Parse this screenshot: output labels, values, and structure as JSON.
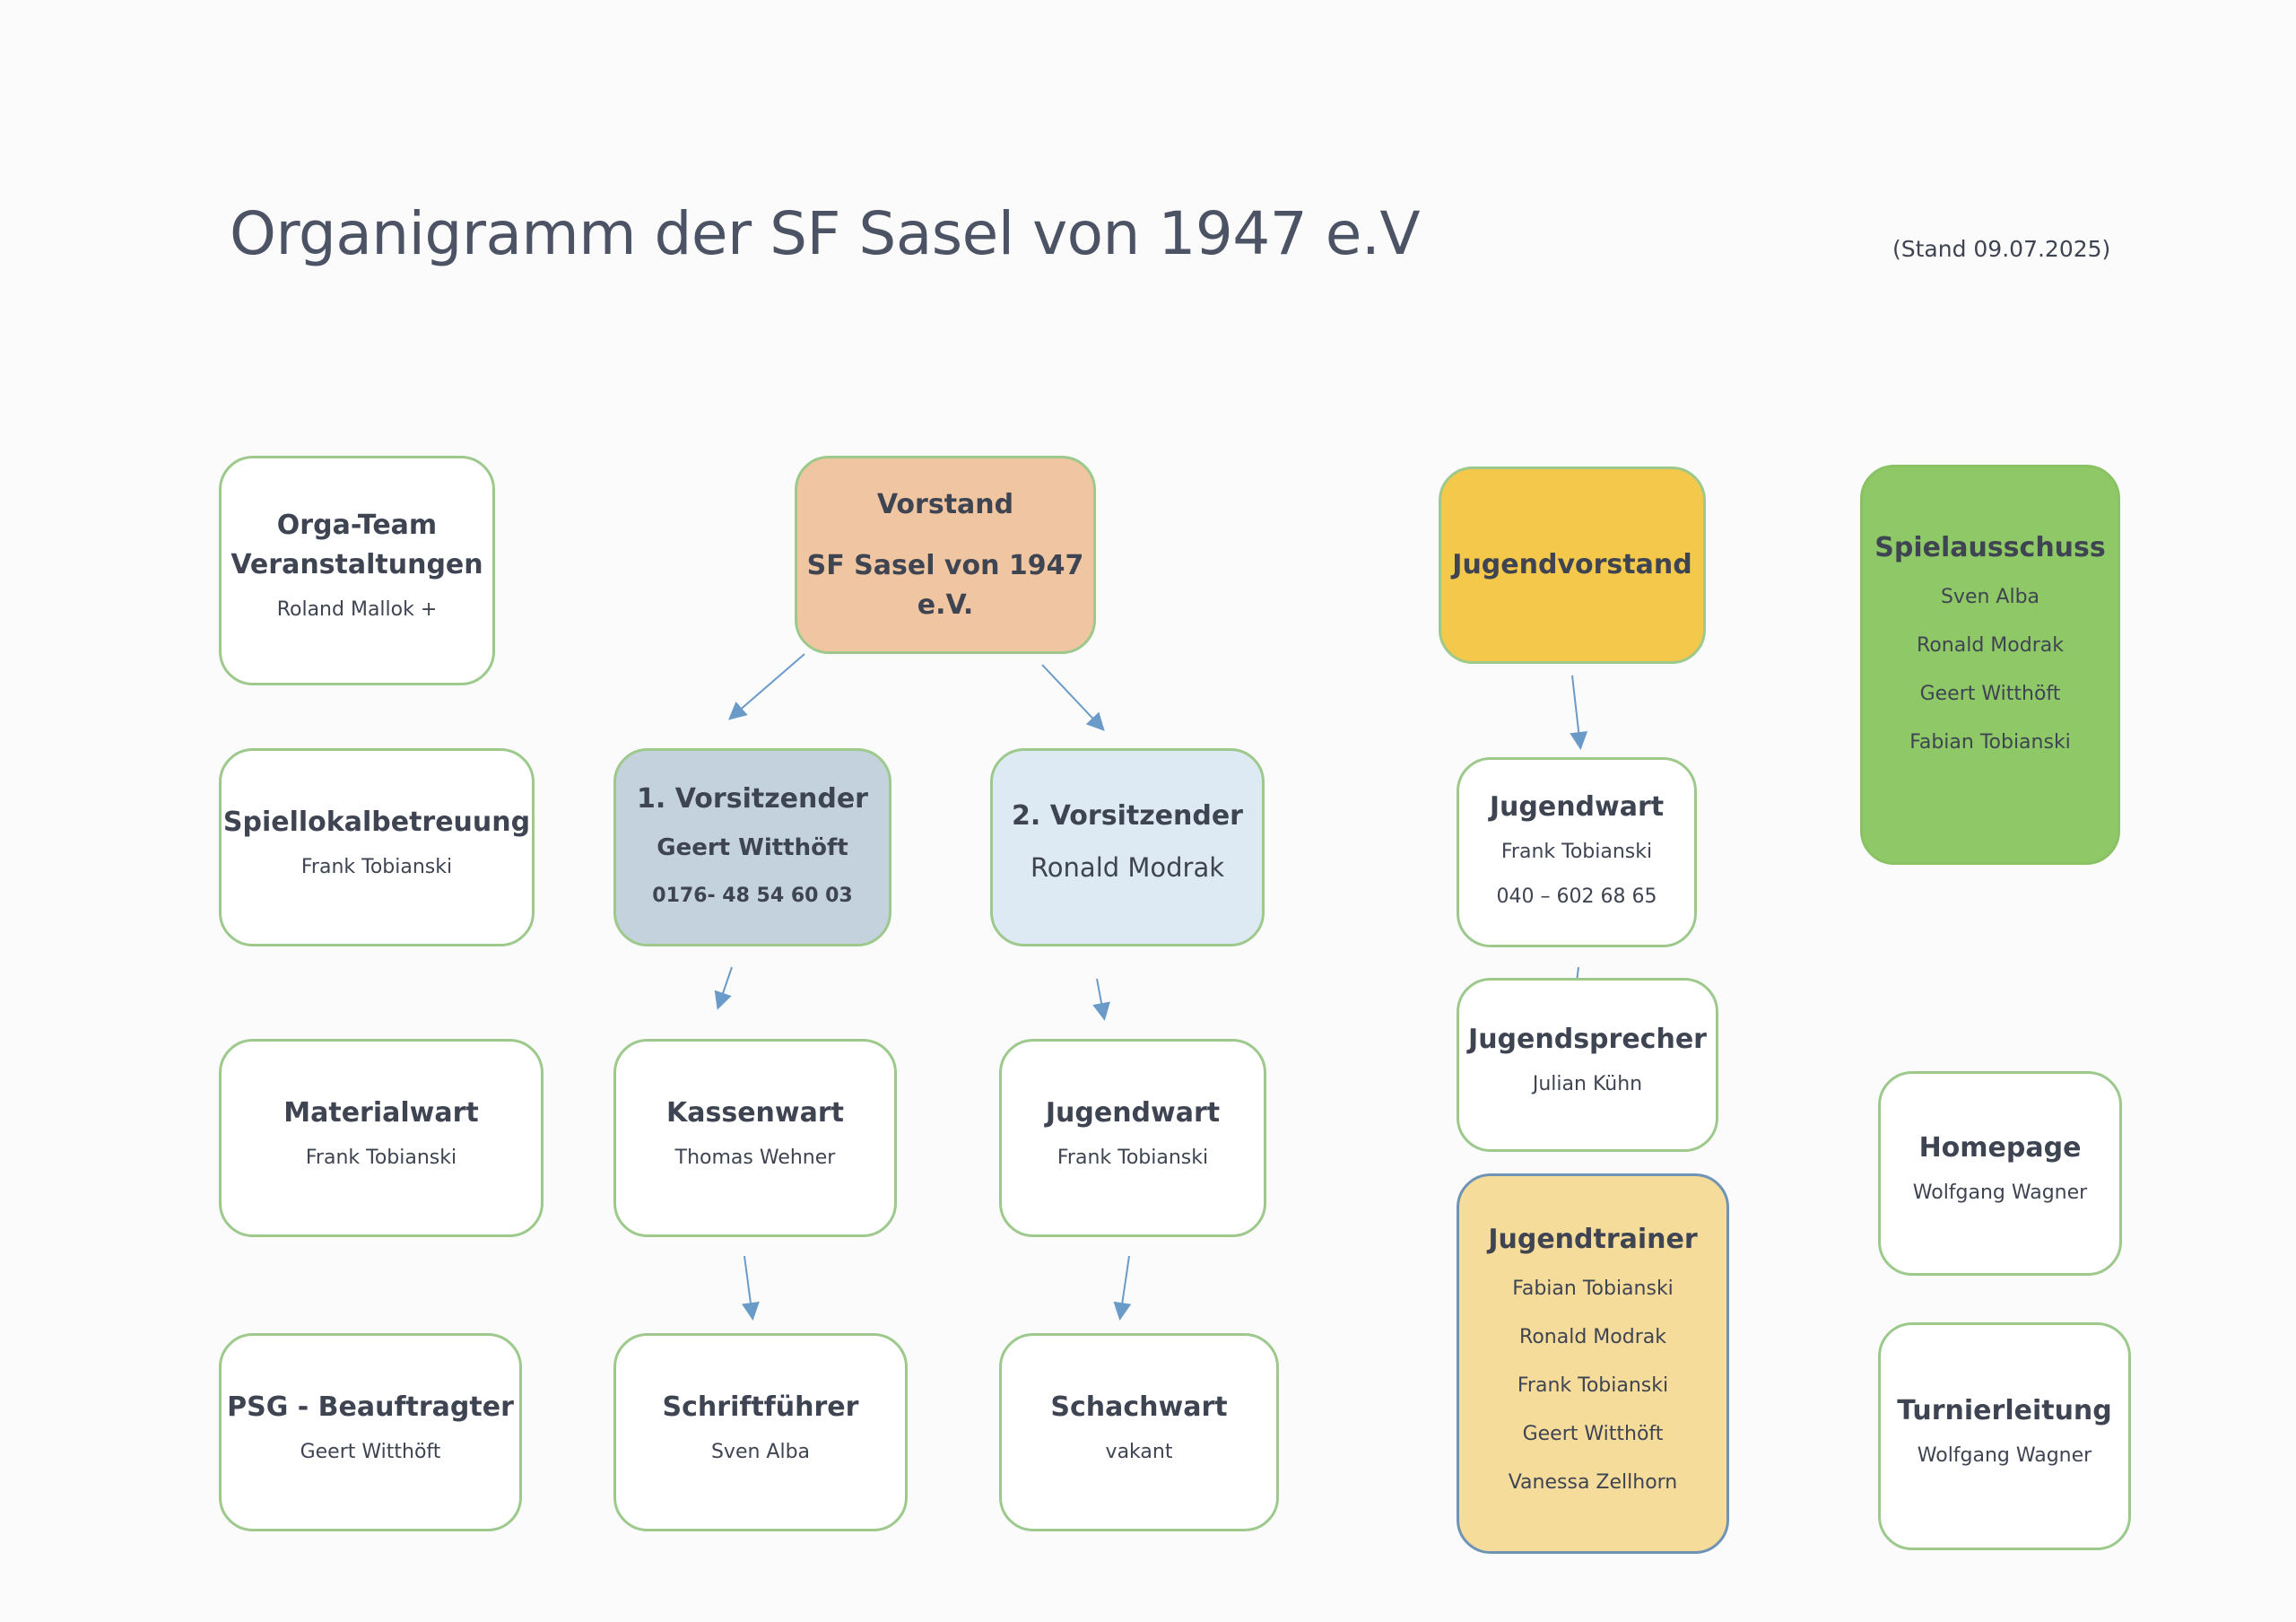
{
  "title": "Organigramm der SF Sasel von 1947 e.V",
  "stand": "(Stand 09.07.2025)",
  "boxes": {
    "orga": {
      "title": [
        "Orga-Team",
        "Veranstaltungen"
      ],
      "lines": [
        "Roland Mallok +"
      ]
    },
    "vorstand": {
      "title": [
        "Vorstand",
        "SF Sasel von 1947",
        "e.V."
      ]
    },
    "jugendvorstand": {
      "title": [
        "Jugendvorstand"
      ]
    },
    "spielausschuss": {
      "title": [
        "Spielausschuss"
      ],
      "lines": [
        "Sven Alba",
        "Ronald Modrak",
        "Geert Witthöft",
        "Fabian Tobianski"
      ]
    },
    "spiellokal": {
      "title": [
        "Spiellokalbetreuung"
      ],
      "lines": [
        "Frank Tobianski"
      ]
    },
    "vorsitz1": {
      "title": [
        "1. Vorsitzender"
      ],
      "lines": [
        "Geert Witthöft",
        "0176- 48 54 60 03"
      ]
    },
    "vorsitz2": {
      "title": [
        "2. Vorsitzender"
      ],
      "lines": [
        "Ronald Modrak"
      ]
    },
    "jugendwart_right": {
      "title": [
        "Jugendwart"
      ],
      "lines": [
        "Frank Tobianski",
        "040 – 602 68 65"
      ]
    },
    "jugendsprecher": {
      "title": [
        "Jugendsprecher"
      ],
      "lines": [
        "Julian Kühn"
      ]
    },
    "materialwart": {
      "title": [
        "Materialwart"
      ],
      "lines": [
        "Frank Tobianski"
      ]
    },
    "kassenwart": {
      "title": [
        "Kassenwart"
      ],
      "lines": [
        "Thomas Wehner"
      ]
    },
    "jugendwart_mid": {
      "title": [
        "Jugendwart"
      ],
      "lines": [
        "Frank Tobianski"
      ]
    },
    "jugendtrainer": {
      "title": [
        "Jugendtrainer"
      ],
      "lines": [
        "Fabian Tobianski",
        "Ronald Modrak",
        "Frank Tobianski",
        "Geert Witthöft",
        "Vanessa Zellhorn"
      ]
    },
    "homepage": {
      "title": [
        "Homepage"
      ],
      "lines": [
        "Wolfgang Wagner"
      ]
    },
    "psg": {
      "title": [
        "PSG - Beauftragter"
      ],
      "lines": [
        "Geert Witthöft"
      ]
    },
    "schriftfuehrer": {
      "title": [
        "Schriftführer"
      ],
      "lines": [
        "Sven Alba"
      ]
    },
    "schachwart": {
      "title": [
        "Schachwart"
      ],
      "lines": [
        "vakant"
      ]
    },
    "turnierleitung": {
      "title": [
        "Turnierleitung"
      ],
      "lines": [
        "Wolfgang Wagner"
      ]
    }
  },
  "colors": {
    "border_green": "#9dc98c",
    "vorstand_fill": "#efc6a1",
    "vorsitz1_fill": "#c4d2de",
    "vorsitz2_fill": "#dde9f3",
    "jugendvorstand_fill": "#f4c84a",
    "spielausschuss_fill": "#8fc866",
    "jugendtrainer_fill": "#f6dc9a",
    "arrow": "#6a9bc8"
  }
}
